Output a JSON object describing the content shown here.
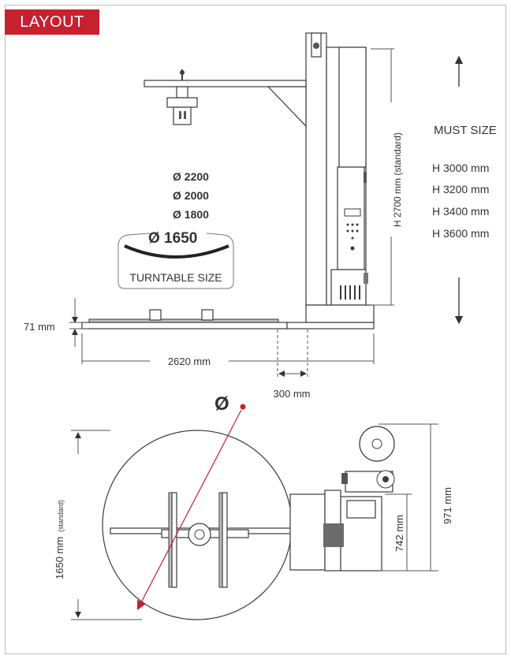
{
  "header": {
    "title": "LAYOUT"
  },
  "side_view": {
    "turntable_options": [
      "Ø 2200",
      "Ø 2000",
      "Ø 1800"
    ],
    "turntable_selected": "Ø 1650",
    "turntable_caption": "TURNTABLE SIZE",
    "dim_height_base": "71 mm",
    "dim_width": "2620 mm",
    "dim_offset": "300 mm",
    "dim_mast_height": "H 2700 mm (standard)"
  },
  "mast_sizes": {
    "title": "MUST SIZE",
    "items": [
      "H 3000 mm",
      "H 3200 mm",
      "H 3400 mm",
      "H 3600 mm"
    ]
  },
  "top_view": {
    "diameter_symbol": "Ø",
    "dim_turntable": "1650 mm",
    "dim_turntable_note": "(standard)",
    "dim_body": "742 mm",
    "dim_overall": "971 mm"
  },
  "colors": {
    "accent": "#c7202f",
    "line": "#3a3a3a"
  }
}
